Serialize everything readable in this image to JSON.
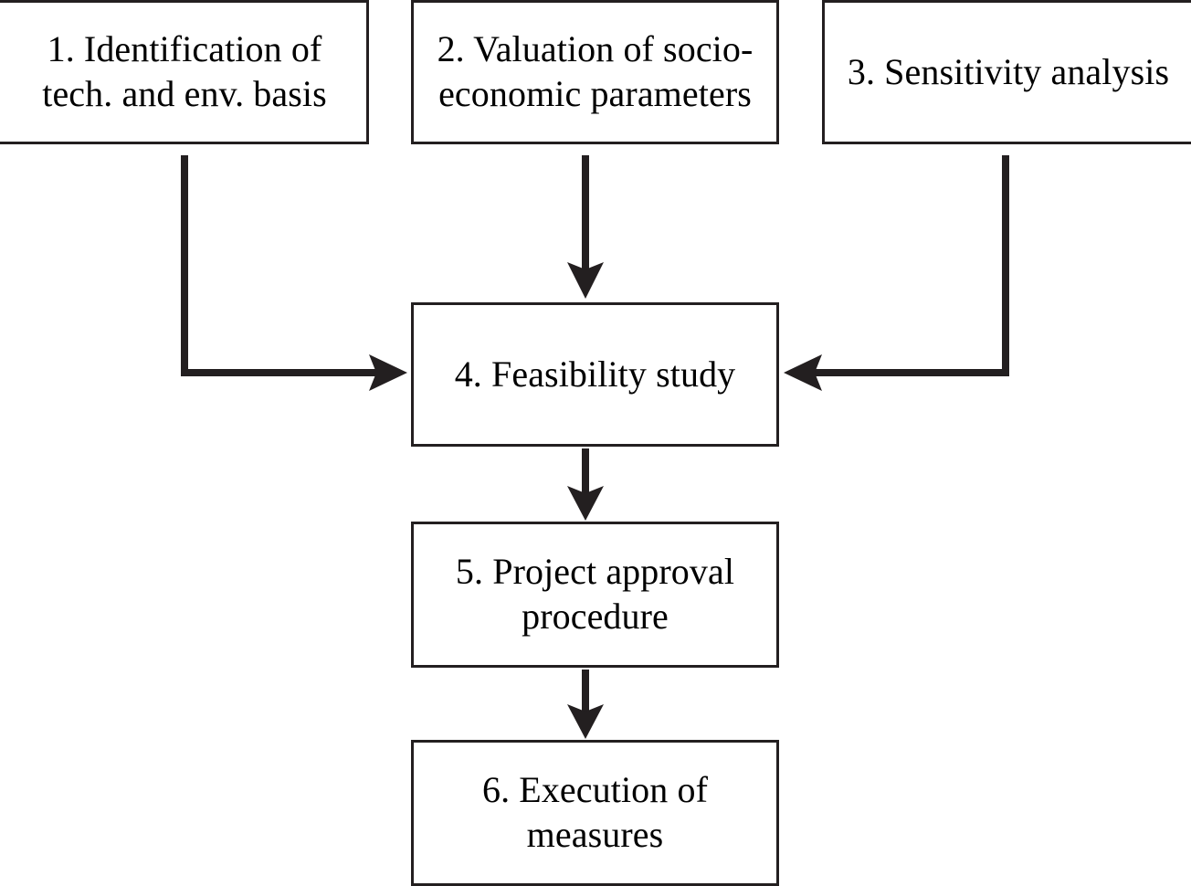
{
  "diagram": {
    "type": "flowchart",
    "orientation": "top-to-bottom",
    "background_color": "#ffffff",
    "line_color": "#231f20",
    "text_color": "#000000",
    "nodes": [
      {
        "id": "1",
        "label": "1. Identification of\ntech. and env. basis",
        "shape": "rectangle"
      },
      {
        "id": "2",
        "label": "2. Valuation of socio-\neconomic parameters",
        "shape": "rectangle"
      },
      {
        "id": "3",
        "label": "3. Sensitivity analysis",
        "shape": "rectangle"
      },
      {
        "id": "4",
        "label": "4. Feasibility study",
        "shape": "rectangle"
      },
      {
        "id": "5",
        "label": "5. Project approval\nprocedure",
        "shape": "rectangle"
      },
      {
        "id": "6",
        "label": "6. Execution of\nmeasures",
        "shape": "rectangle"
      }
    ],
    "edges": [
      {
        "from": "1",
        "to": "4",
        "style": "elbow",
        "direction": "down-then-right",
        "arrow": "single"
      },
      {
        "from": "2",
        "to": "4",
        "style": "straight",
        "direction": "down",
        "arrow": "single"
      },
      {
        "from": "3",
        "to": "4",
        "style": "elbow",
        "direction": "down-then-left",
        "arrow": "single"
      },
      {
        "from": "4",
        "to": "5",
        "style": "straight",
        "direction": "down",
        "arrow": "single"
      },
      {
        "from": "5",
        "to": "6",
        "style": "straight",
        "direction": "down",
        "arrow": "single"
      }
    ]
  }
}
